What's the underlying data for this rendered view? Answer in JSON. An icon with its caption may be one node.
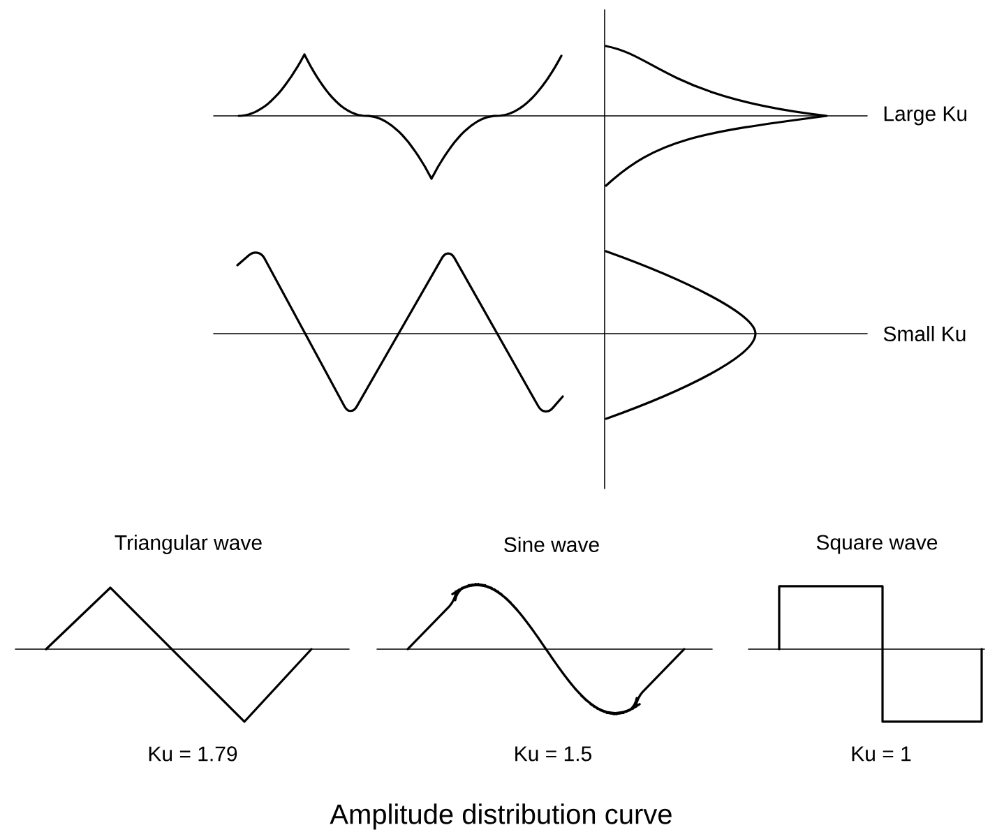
{
  "diagram": {
    "caption": "Amplitude distribution curve",
    "labels": [
      "Large Ku",
      "Small Ku",
      "Triangular wave",
      "Sine wave",
      "Square wave",
      "Ku = 1.79",
      "Ku = 1.5",
      "Ku = 1"
    ]
  }
}
